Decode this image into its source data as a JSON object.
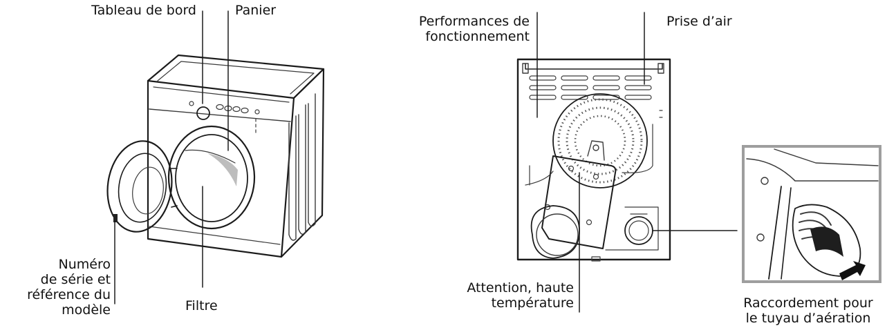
{
  "labels": {
    "tableau_de_bord": "Tableau de bord",
    "panier": "Panier",
    "numero_serie": [
      "Numéro",
      "de série et",
      "référence du",
      "modèle"
    ],
    "filtre": "Filtre",
    "performances": [
      "Performances de",
      "fonctionnement"
    ],
    "prise_air": "Prise d’air",
    "attention": [
      "Attention, haute",
      "température"
    ],
    "raccordement": [
      "Raccordement pour",
      "le tuyau d’aération"
    ]
  }
}
